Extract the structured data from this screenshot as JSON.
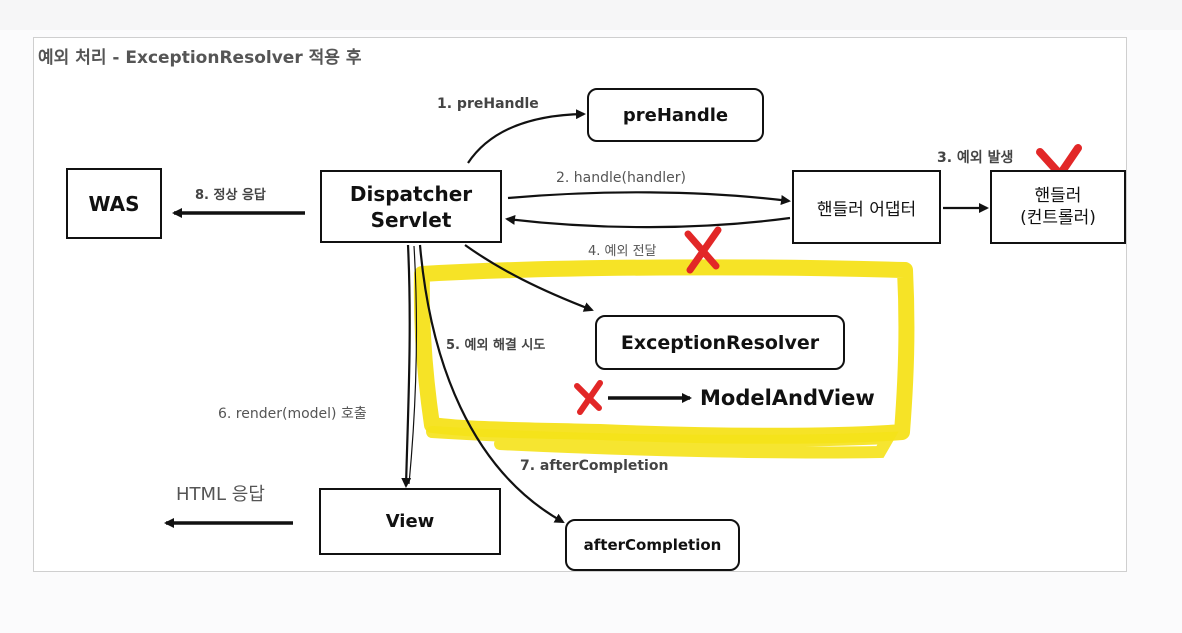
{
  "title": "예외 처리 - ExceptionResolver 적용 후",
  "boxes": {
    "was": "WAS",
    "dispatcher_line1": "Dispatcher",
    "dispatcher_line2": "Servlet",
    "prehandle": "preHandle",
    "adapter": "핸들러 어댑터",
    "handler_line1": "핸들러",
    "handler_line2": "(컨트롤러)",
    "exception_resolver": "ExceptionResolver",
    "view": "View",
    "after_completion": "afterCompletion"
  },
  "labels": {
    "step1": "1. preHandle",
    "step2": "2. handle(handler)",
    "step3": "3. 예외 발생",
    "step4": "4. 예외 전달",
    "step5": "5. 예외 해결 시도",
    "step6": "6. render(model) 호출",
    "step7": "7. afterCompletion",
    "step8": "8. 정상 응답",
    "html_response": "HTML 응답",
    "model_and_view": "ModelAndView"
  },
  "colors": {
    "highlight": "#f5e21a",
    "cross": "#e22727",
    "line": "#111111"
  }
}
